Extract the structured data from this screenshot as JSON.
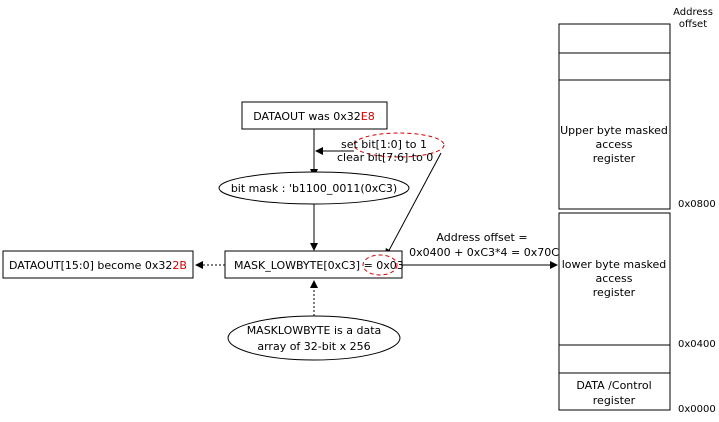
{
  "colors": {
    "line": "#000000",
    "highlight": "#d40000",
    "background": "#ffffff"
  },
  "dataout_was": {
    "prefix": "DATAOUT was 0x32",
    "suffix": "E8"
  },
  "set_clear_note": {
    "line1": "set bit[1:0] to 1",
    "line2": "clear bit[7:6] to 0"
  },
  "bit_mask": "bit mask : 'b1100_0011(0xC3)",
  "mask_lowbyte": {
    "prefix": "MASK_LOWBYTE[0xC3] = ",
    "value": "0x03"
  },
  "dataout_become": {
    "prefix": "DATAOUT[15:0] become 0x32",
    "suffix": "2B"
  },
  "masklowbyte_note": {
    "line1": "MASKLOWBYTE is a data",
    "line2": "array of 32-bit x 256"
  },
  "address_offset_note": {
    "line1": "Address offset =",
    "line2": "0x0400 + 0xC3*4 = 0x70C"
  },
  "address_column_header": {
    "line1": "Address",
    "line2": "offset"
  },
  "memory_regions": {
    "upper": {
      "line1": "Upper byte masked",
      "line2": "access",
      "line3": "register"
    },
    "lower": {
      "line1": "lower byte masked",
      "line2": "access",
      "line3": "register"
    },
    "data": {
      "line1": "DATA /Control",
      "line2": "register"
    }
  },
  "address_labels": {
    "a0800": "0x0800",
    "a0400": "0x0400",
    "a0000": "0x0000"
  }
}
